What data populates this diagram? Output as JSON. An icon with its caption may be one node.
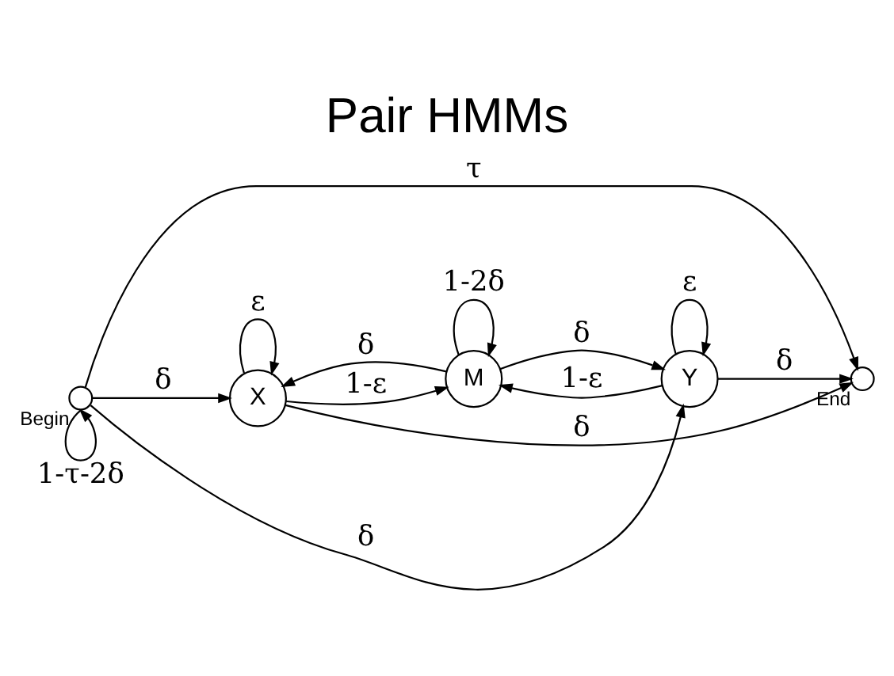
{
  "diagram": {
    "title": "Pair HMMs",
    "nodes": [
      {
        "text": [],
        "shape": "circle",
        "beside": [
          "Begin"
        ]
      },
      {
        "text": [
          "X"
        ]
      },
      {
        "text": [
          "M"
        ]
      },
      {
        "text": [
          "Y"
        ]
      },
      {
        "text": [],
        "shape": "circle",
        "beside": [
          "End"
        ]
      }
    ],
    "edges": [
      {
        "from": 0,
        "to": 0,
        "arrow": "to",
        "label": "1-τ-2δ"
      },
      {
        "from": 0,
        "to": 4,
        "arrow": "to",
        "label": "τ"
      },
      {
        "from": 0,
        "to": 1,
        "arrow": "to",
        "label": "δ"
      },
      {
        "from": 0,
        "to": 3,
        "arrow": "to",
        "label": "δ"
      },
      {
        "from": 1,
        "to": 2,
        "arrow": "to",
        "label": "1-ε"
      },
      {
        "from": 1,
        "to": 1,
        "arrow": "to",
        "label": "ε"
      },
      {
        "from": 2,
        "to": 2,
        "arrow": "to",
        "label": "1-2δ"
      },
      {
        "from": 2,
        "to": 1,
        "arrow": "to",
        "label": "δ"
      },
      {
        "from": 2,
        "to": 3,
        "arrow": "to",
        "label": "δ"
      },
      {
        "from": 3,
        "to": 2,
        "arrow": "to",
        "label": "1-ε"
      },
      {
        "from": 3,
        "to": 3,
        "arrow": "to",
        "label": "ε"
      },
      {
        "from": 1,
        "to": 4,
        "arrow": "to",
        "label": "δ"
      },
      {
        "from": 3,
        "to": 4,
        "arrow": "to",
        "label": "δ"
      }
    ]
  }
}
